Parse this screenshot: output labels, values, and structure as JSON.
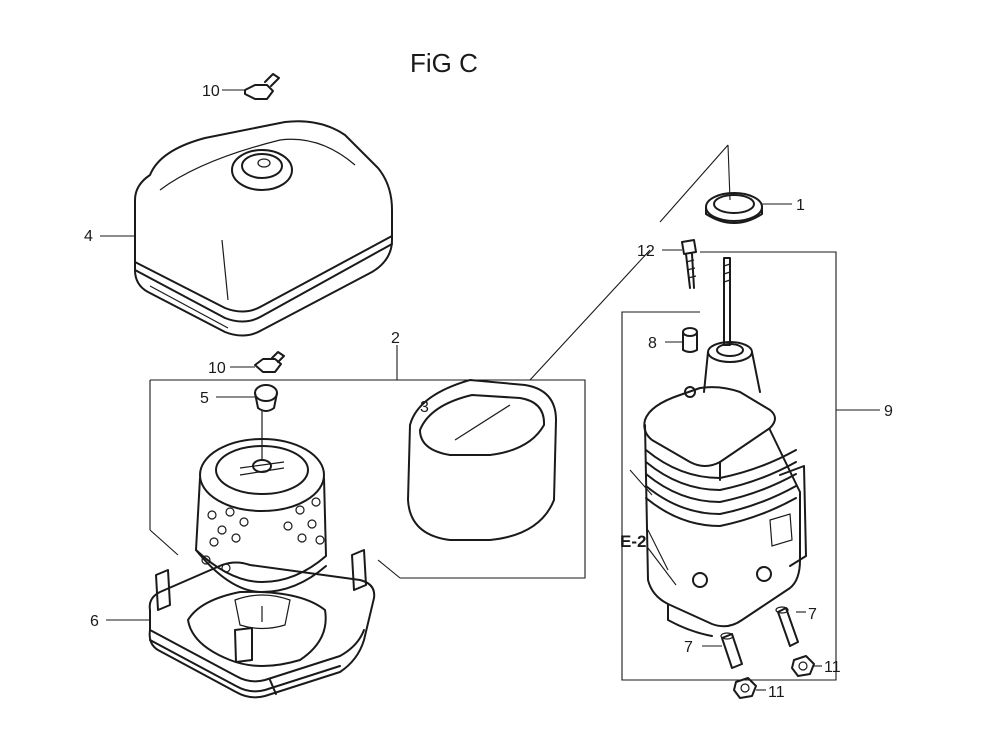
{
  "figure": {
    "title": "FiG C"
  },
  "callouts": {
    "p1": "1",
    "p2": "2",
    "p3": "3",
    "p4": "4",
    "p5": "5",
    "p6": "6",
    "p7a": "7",
    "p7b": "7",
    "p8": "8",
    "p9": "9",
    "p10a": "10",
    "p10b": "10",
    "p11a": "11",
    "p11b": "11",
    "p12": "12",
    "ref_e2": "E-2"
  },
  "colors": {
    "ink": "#1a1a1a",
    "paper": "#ffffff",
    "shade": "#cfcfcf"
  }
}
